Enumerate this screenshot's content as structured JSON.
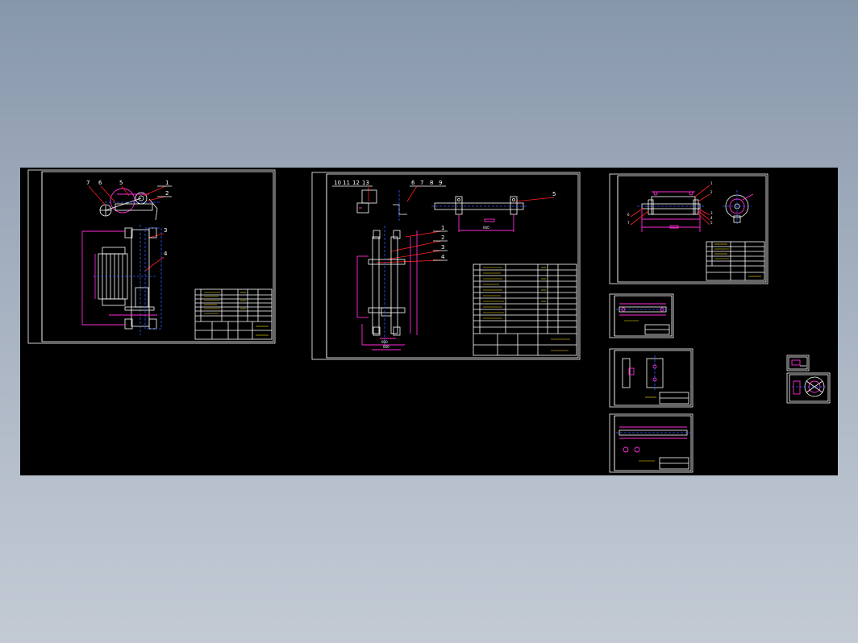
{
  "sheet1": {
    "balloons": [
      "7",
      "6",
      "5",
      "1",
      "2",
      "3",
      "4"
    ]
  },
  "sheet2": {
    "balloons_top_left": [
      "10",
      "11",
      "12",
      "13"
    ],
    "balloons_top_right": [
      "6",
      "7",
      "8",
      "9"
    ],
    "balloon_shaft": "5",
    "balloons_side": [
      "1",
      "2",
      "3",
      "4"
    ]
  },
  "sheet3": {
    "balloons": [
      "1",
      "2",
      "3",
      "4",
      "5",
      "6",
      "7"
    ]
  },
  "colors": {
    "background": "#000000",
    "outline": "#ffffff",
    "dimension": "#ff2bd6",
    "leader": "#ff2020",
    "centerline": "#2f5bff"
  }
}
